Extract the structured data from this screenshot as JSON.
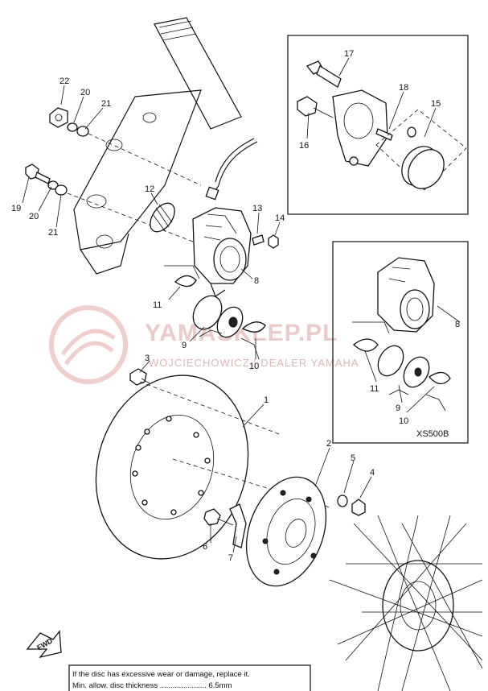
{
  "callouts": {
    "c1": "1",
    "c2": "2",
    "c3": "3",
    "c4": "4",
    "c5": "5",
    "c6": "6",
    "c7": "7",
    "c8a": "8",
    "c8b": "8",
    "c9a": "9",
    "c9b": "9",
    "c10a": "10",
    "c10b": "10",
    "c11a": "11",
    "c11b": "11",
    "c12": "12",
    "c13": "13",
    "c14": "14",
    "c15": "15",
    "c16": "16",
    "c17": "17",
    "c18": "18",
    "c19": "19",
    "c20a": "20",
    "c20b": "20",
    "c21a": "21",
    "c21b": "21",
    "c22": "22"
  },
  "inset_variant_label": "XS500B",
  "direction_label": "FWD",
  "watermark": {
    "brand": "YAMASKLEP.PL",
    "subtitle": "WOJCIECHOWICZ | DEALER YAMAHA"
  },
  "note_lines": [
    "If the disc has excessive wear or damage, replace it.",
    "Min. allow. disc thickness ...................... 6.5mm"
  ]
}
